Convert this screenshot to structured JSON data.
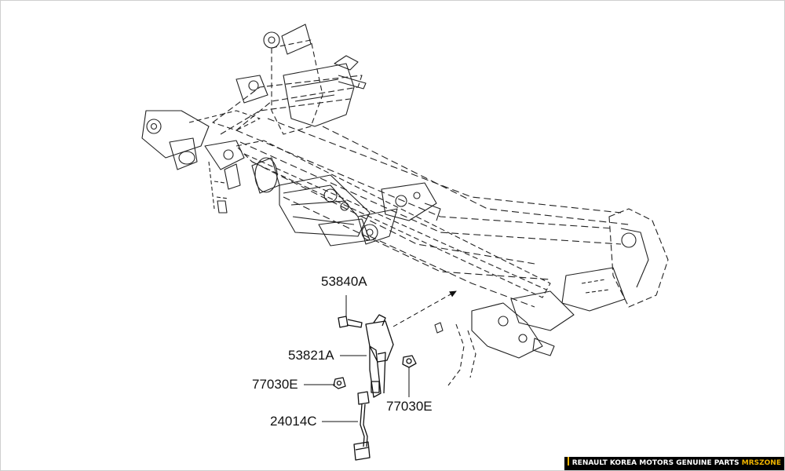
{
  "diagram": {
    "labels": {
      "bolt": "53840A",
      "sensor": "53821A",
      "nut_left": "77030E",
      "nut_right": "77030E",
      "harness": "24014C"
    }
  },
  "banner": {
    "text": "RENAULT KOREA MOTORS GENUINE PARTS",
    "accent": "MRSZONE",
    "accent_color": "#f0b400"
  }
}
